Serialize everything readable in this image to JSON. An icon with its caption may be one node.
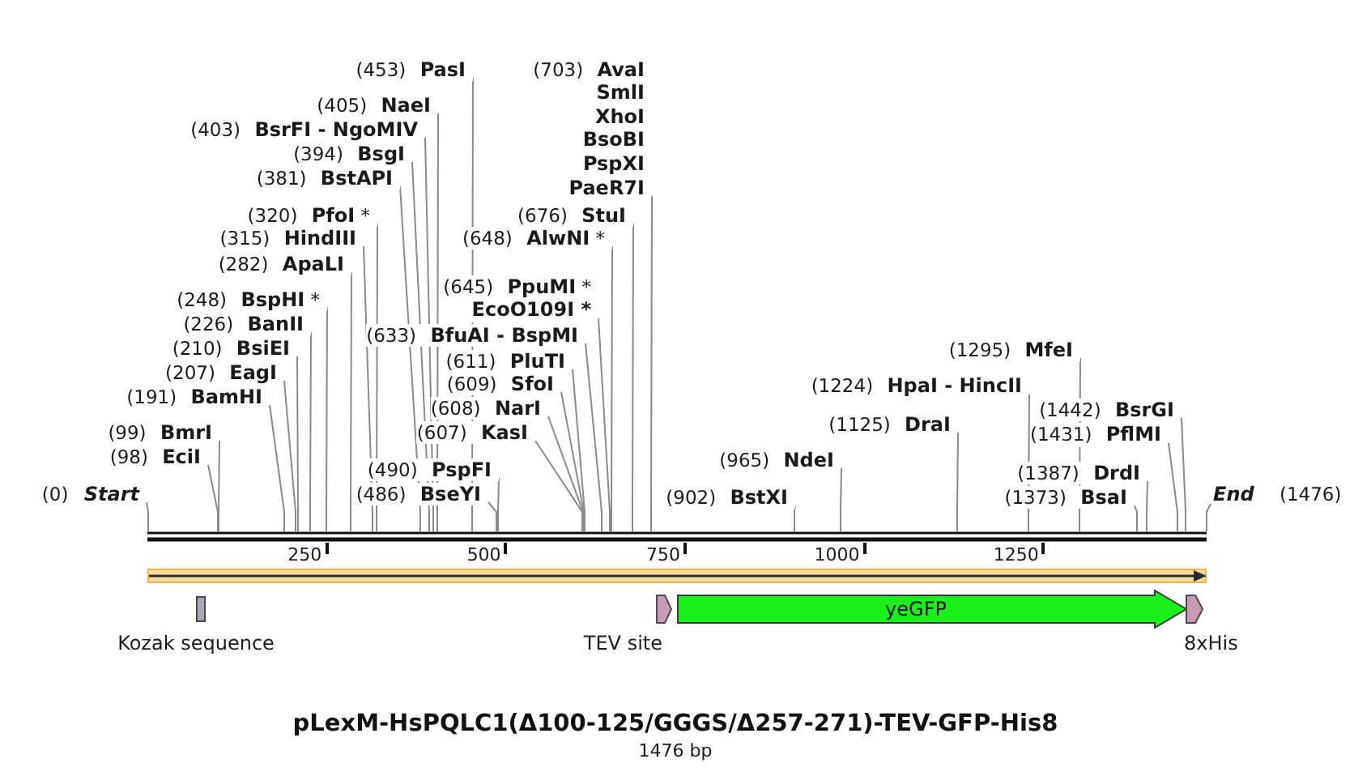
{
  "diagram": {
    "title": "pLexM-HsPQLC1(Δ100-125/GGGS/Δ257-271)-TEV-GFP-His8",
    "caption": "1476 bp",
    "nodes": [
      {
        "text": [
          "(0) *Start*"
        ]
      },
      {
        "text": [
          "(98) **EciI**"
        ]
      },
      {
        "text": [
          "(99) **BmrI**"
        ]
      },
      {
        "text": [
          "(191) **BamHI**"
        ]
      },
      {
        "text": [
          "(207) **EagI**"
        ]
      },
      {
        "text": [
          "(210) **BsiEI**"
        ]
      },
      {
        "text": [
          "(226) **BanII**"
        ]
      },
      {
        "text": [
          "(248) **BspHI** *"
        ]
      },
      {
        "text": [
          "(282) **ApaLI**"
        ]
      },
      {
        "text": [
          "(315) **HindIII**"
        ]
      },
      {
        "text": [
          "(320) **PfoI** *"
        ]
      },
      {
        "text": [
          "(381) **BstAPI**"
        ]
      },
      {
        "text": [
          "(394) **BsgI**"
        ]
      },
      {
        "text": [
          "(403) **BsrFI - NgoMIV**"
        ]
      },
      {
        "text": [
          "(405) **NaeI**"
        ]
      },
      {
        "text": [
          "(453) **PasI**"
        ]
      },
      {
        "text": [
          "(486) **BseYI**"
        ]
      },
      {
        "text": [
          "(490) **PspFI**"
        ]
      },
      {
        "text": [
          "(607) **KasI**"
        ]
      },
      {
        "text": [
          "(608) **NarI**"
        ]
      },
      {
        "text": [
          "(609) **SfoI**"
        ]
      },
      {
        "text": [
          "(611) **PluTI**"
        ]
      },
      {
        "text": [
          "(633) **BfuAI - BspMI**"
        ]
      },
      {
        "text": [
          "(645) **PpuMI** *",
          "EcoO109I *"
        ]
      },
      {
        "text": [
          "(648) **AlwNI** *"
        ]
      },
      {
        "text": [
          "(676) **StuI**"
        ]
      },
      {
        "text": [
          "(703) **AvaI**",
          "SmlI",
          "XhoI",
          "BsoBI",
          "PspXI",
          "PaeR7I"
        ]
      },
      {
        "text": [
          "(902) **BstXI**"
        ]
      },
      {
        "text": [
          "(965) **NdeI**"
        ]
      },
      {
        "text": [
          "(1125) **DraI**"
        ]
      },
      {
        "text": [
          "(1224) **HpaI - HincII**"
        ]
      },
      {
        "text": [
          "(1295) **MfeI**"
        ]
      },
      {
        "text": [
          "(1373) **BsaI**"
        ]
      },
      {
        "text": [
          "(1387) **DrdI**"
        ]
      },
      {
        "text": [
          "(1431) **PflMI**"
        ]
      },
      {
        "text": [
          "(1442) **BsrGI**"
        ]
      },
      {
        "text": [
          "*End* (1476)"
        ]
      },
      {
        "text": [],
        "shape": "bar"
      },
      {
        "text": [],
        "shape": "arrow"
      },
      {
        "text": [],
        "shape": "box",
        "beside": [
          "Kozak sequence"
        ]
      },
      {
        "text": [],
        "shape": "arrow",
        "beside": [
          "TEV site"
        ]
      },
      {
        "text": [
          "yeGFP"
        ]
      },
      {
        "text": [],
        "shape": "arrow",
        "beside": [
          "8xHis"
        ]
      }
    ],
    "edges": [
      {
        "from": 0,
        "to": 37,
        "arrow": "none"
      },
      {
        "from": 1,
        "to": 37,
        "arrow": "none"
      },
      {
        "from": 2,
        "to": 37,
        "arrow": "none"
      },
      {
        "from": 3,
        "to": 37,
        "arrow": "none"
      },
      {
        "from": 4,
        "to": 37,
        "arrow": "none"
      },
      {
        "from": 5,
        "to": 37,
        "arrow": "none"
      },
      {
        "from": 6,
        "to": 37,
        "arrow": "none"
      },
      {
        "from": 7,
        "to": 37,
        "arrow": "none"
      },
      {
        "from": 8,
        "to": 37,
        "arrow": "none"
      },
      {
        "from": 9,
        "to": 37,
        "arrow": "none"
      },
      {
        "from": 10,
        "to": 37,
        "arrow": "none"
      },
      {
        "from": 11,
        "to": 37,
        "arrow": "none"
      },
      {
        "from": 12,
        "to": 37,
        "arrow": "none"
      },
      {
        "from": 13,
        "to": 37,
        "arrow": "none"
      },
      {
        "from": 14,
        "to": 37,
        "arrow": "none"
      },
      {
        "from": 15,
        "to": 37,
        "arrow": "none"
      },
      {
        "from": 16,
        "to": 37,
        "arrow": "none"
      },
      {
        "from": 17,
        "to": 37,
        "arrow": "none"
      },
      {
        "from": 18,
        "to": 37,
        "arrow": "none"
      },
      {
        "from": 19,
        "to": 37,
        "arrow": "none"
      },
      {
        "from": 20,
        "to": 37,
        "arrow": "none"
      },
      {
        "from": 21,
        "to": 37,
        "arrow": "none"
      },
      {
        "from": 22,
        "to": 37,
        "arrow": "none"
      },
      {
        "from": 23,
        "to": 37,
        "arrow": "none"
      },
      {
        "from": 24,
        "to": 37,
        "arrow": "none"
      },
      {
        "from": 25,
        "to": 37,
        "arrow": "none"
      },
      {
        "from": 26,
        "to": 37,
        "arrow": "none"
      },
      {
        "from": 27,
        "to": 37,
        "arrow": "none"
      },
      {
        "from": 28,
        "to": 37,
        "arrow": "none"
      },
      {
        "from": 29,
        "to": 37,
        "arrow": "none"
      },
      {
        "from": 30,
        "to": 37,
        "arrow": "none"
      },
      {
        "from": 31,
        "to": 37,
        "arrow": "none"
      },
      {
        "from": 32,
        "to": 37,
        "arrow": "none"
      },
      {
        "from": 33,
        "to": 37,
        "arrow": "none"
      },
      {
        "from": 34,
        "to": 37,
        "arrow": "none"
      },
      {
        "from": 35,
        "to": 37,
        "arrow": "none"
      },
      {
        "from": 36,
        "to": 37,
        "arrow": "none"
      }
    ],
    "labels": [
      "250",
      "500",
      "750",
      "1000",
      "1250"
    ]
  }
}
